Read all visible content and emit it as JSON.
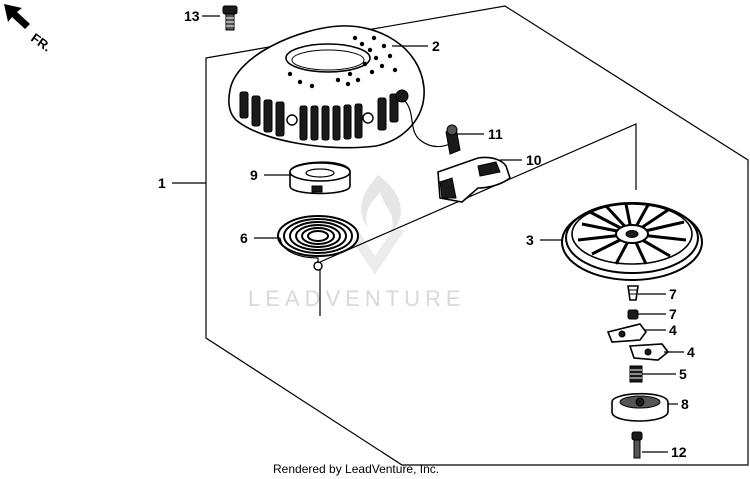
{
  "direction_marker": {
    "label": "FR.",
    "icon": "arrow-upleft-icon"
  },
  "watermark": {
    "text": "LEADVENTURE",
    "color": "#d9d9d9"
  },
  "footer": {
    "text": "Rendered by LeadVenture, Inc."
  },
  "callouts": {
    "c1": "1",
    "c2": "2",
    "c3": "3",
    "c4a": "4",
    "c4b": "4",
    "c5": "5",
    "c6": "6",
    "c7a": "7",
    "c7b": "7",
    "c8": "8",
    "c9": "9",
    "c10": "10",
    "c11": "11",
    "c12": "12",
    "c13": "13"
  }
}
